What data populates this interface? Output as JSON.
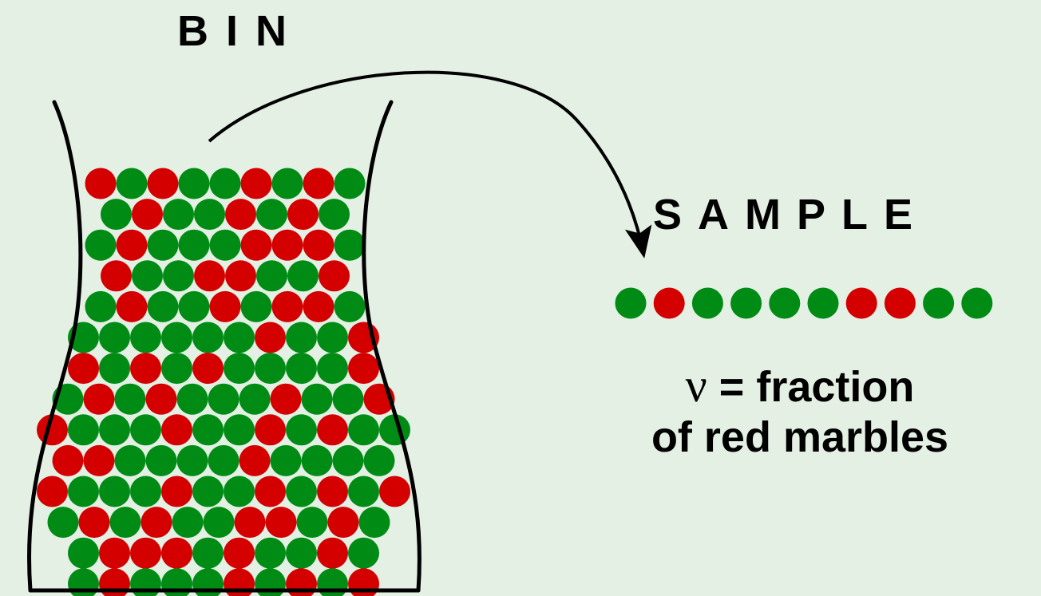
{
  "labels": {
    "bin": "BIN",
    "sample": "SAMPLE",
    "nu_symbol": "ν",
    "caption_line1_rest": "=  fraction",
    "caption_line2": "of  red  marbles"
  },
  "colors": {
    "background": "#e4f0e4",
    "red_marble": "#d40000",
    "green_marble": "#008c14",
    "outline": "#000000"
  },
  "sample": [
    "green",
    "red",
    "green",
    "green",
    "green",
    "green",
    "red",
    "red",
    "green",
    "green"
  ],
  "bin_rows": [
    "RGRGGRGRG",
    "GRGGRGRG",
    "GRGGGRRRG",
    "RGGRRGGR",
    "GRGGRGRRG",
    "GGGGGGRGGR",
    "RGRGRGGGGR",
    "GRGRGGGRGGR",
    "RGGGRGGRGRGG",
    "RRGGGGRGGGG",
    "RGGGRGGRGRGR",
    "GRGRGGRRGRG",
    "GRRRGRGGRG",
    "GRGGGRGRGR"
  ]
}
